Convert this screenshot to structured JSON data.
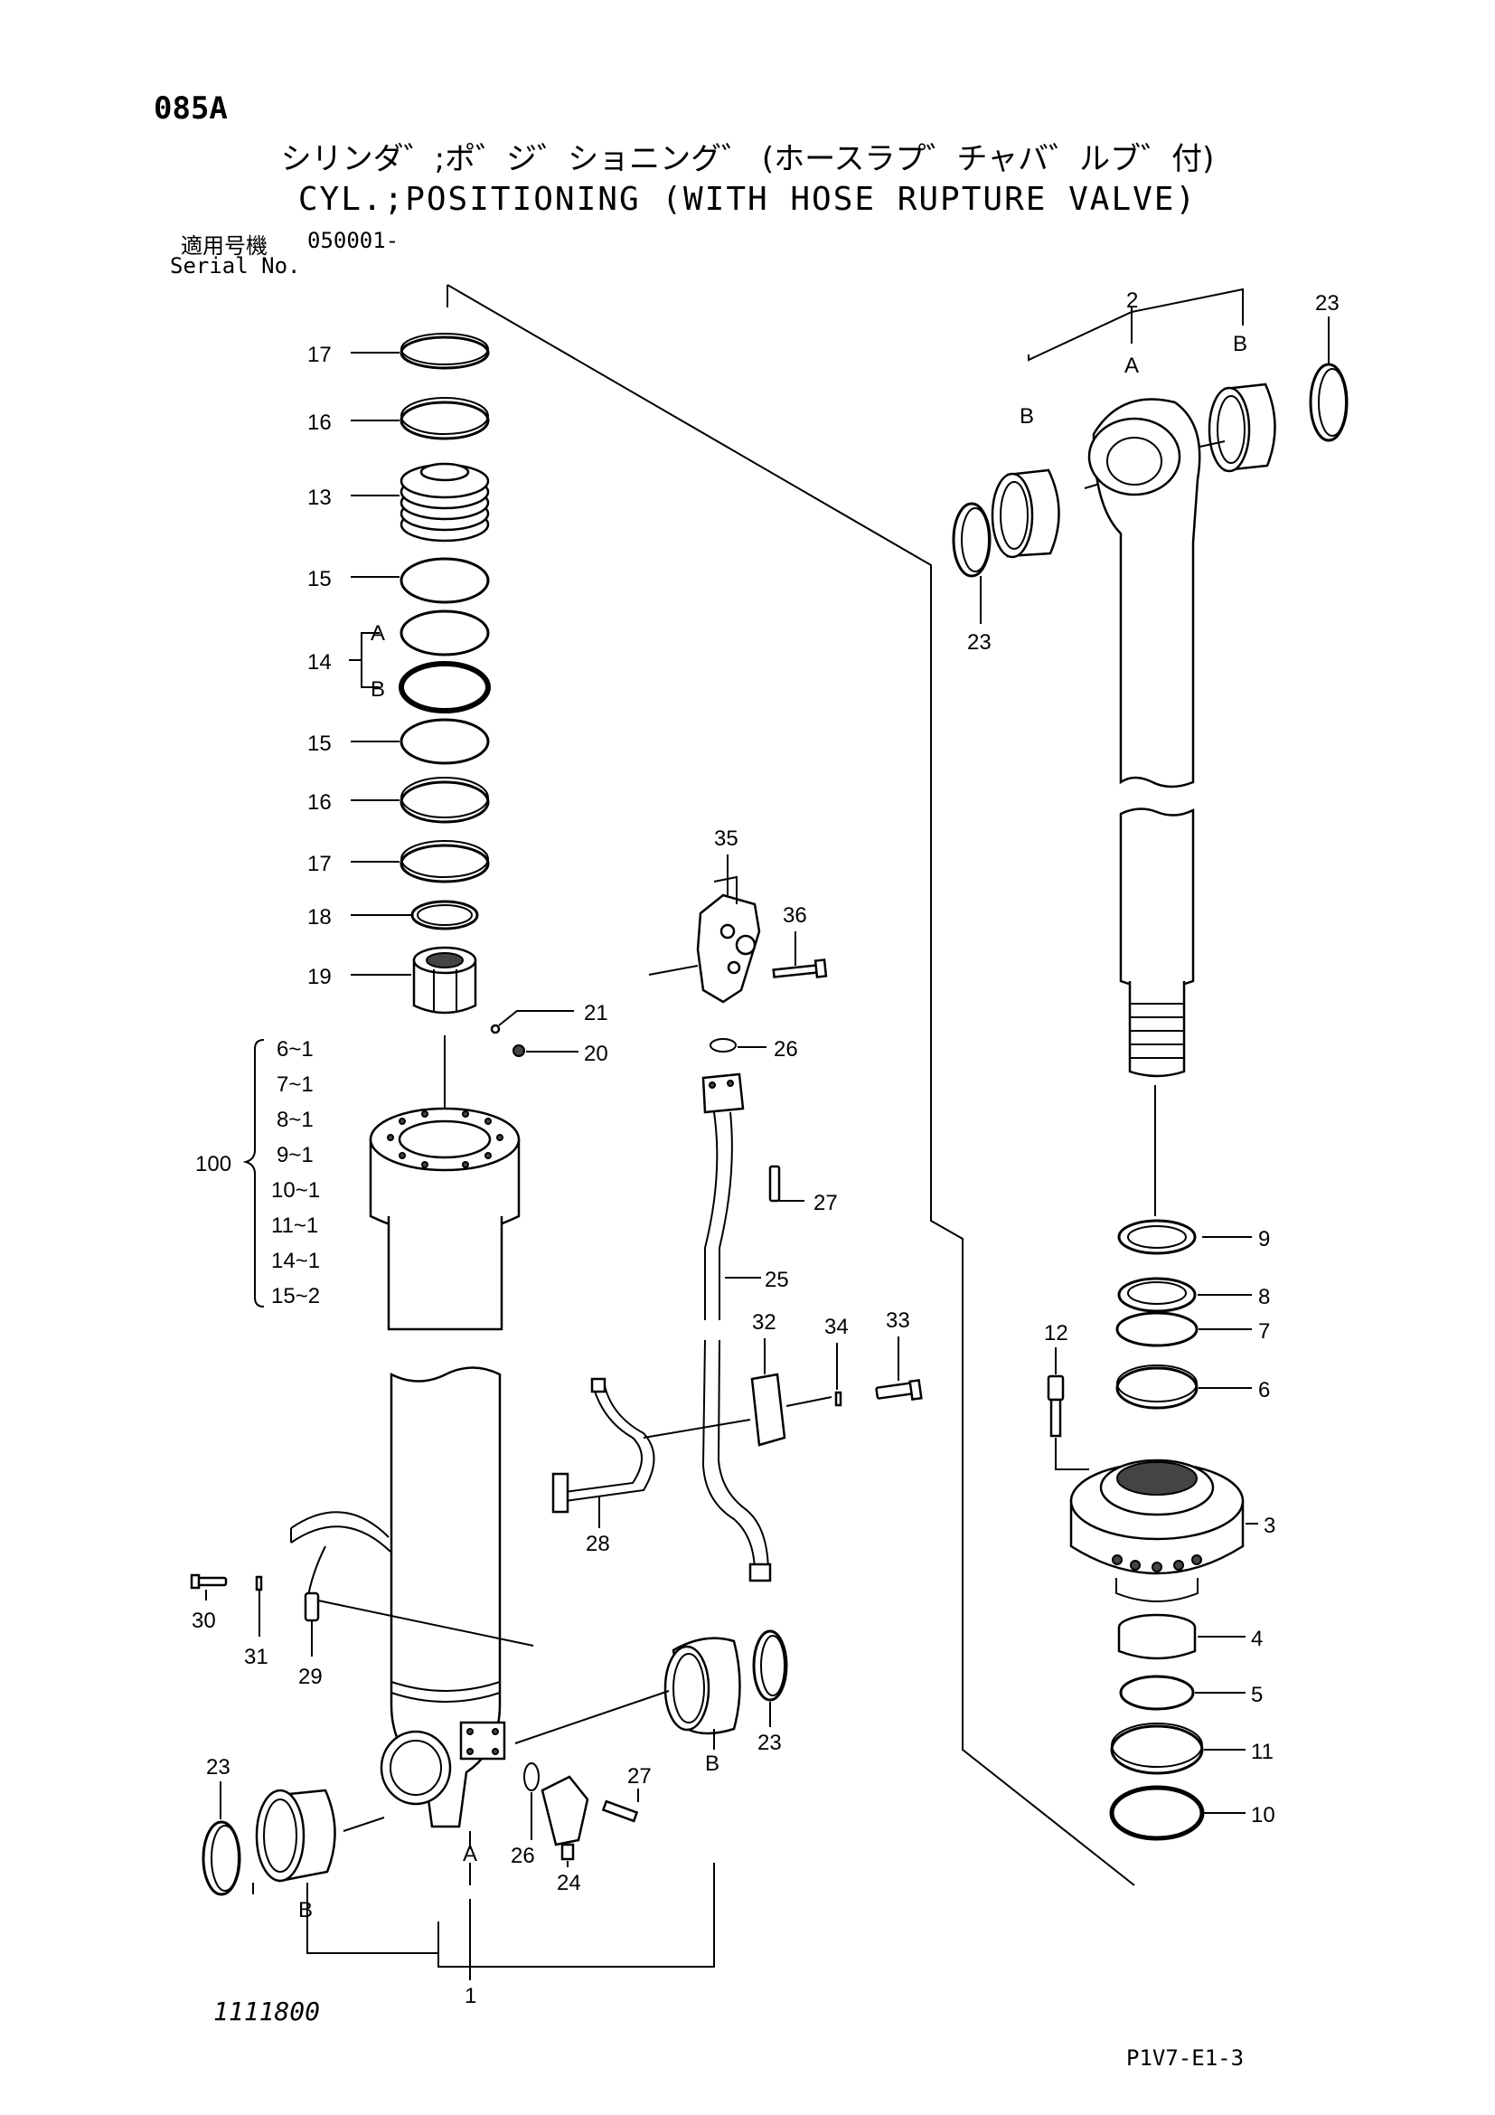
{
  "header": {
    "page_code": "085A",
    "title_ja": "シリンダ゛;ポ゛ジ゛ショニング゛ (ホースラプ゛チャバ゛ルブ゛付)",
    "title_en": "CYL.;POSITIONING  (WITH HOSE RUPTURE VALVE)",
    "serial_label_ja": "適用号機",
    "serial_value": "050001-",
    "serial_label_en": "Serial No."
  },
  "footer": {
    "drawing_no": "1111800",
    "sheet_no": "P1V7-E1-3"
  },
  "callouts": {
    "c17a": "17",
    "c16a": "16",
    "c13": "13",
    "c15a": "15",
    "c14": "14",
    "c14A": "A",
    "c14B": "B",
    "c15b": "15",
    "c16b": "16",
    "c17b": "17",
    "c18": "18",
    "c19": "19",
    "c21": "21",
    "c20": "20",
    "c35": "35",
    "c36": "36",
    "c26a": "26",
    "c27a": "27",
    "c25": "25",
    "c32": "32",
    "c34": "34",
    "c33": "33",
    "c28": "28",
    "c30": "30",
    "c31": "31",
    "c29": "29",
    "c23a": "23",
    "c23b": "23",
    "c23c": "23",
    "c23d": "23",
    "cB1": "B",
    "cB2": "B",
    "cB3": "B",
    "cB4": "B",
    "cA1": "A",
    "cA2": "A",
    "c2": "2",
    "c1": "1",
    "c26b": "26",
    "c24": "24",
    "c27b": "27",
    "c9": "9",
    "c8": "8",
    "c7": "7",
    "c6": "6",
    "c12": "12",
    "c3": "3",
    "c4": "4",
    "c5": "5",
    "c11": "11",
    "c10": "10",
    "c100": "100"
  },
  "kit_100": {
    "items": [
      "6~1",
      "7~1",
      "8~1",
      "9~1",
      "10~1",
      "11~1",
      "14~1",
      "15~2"
    ]
  }
}
